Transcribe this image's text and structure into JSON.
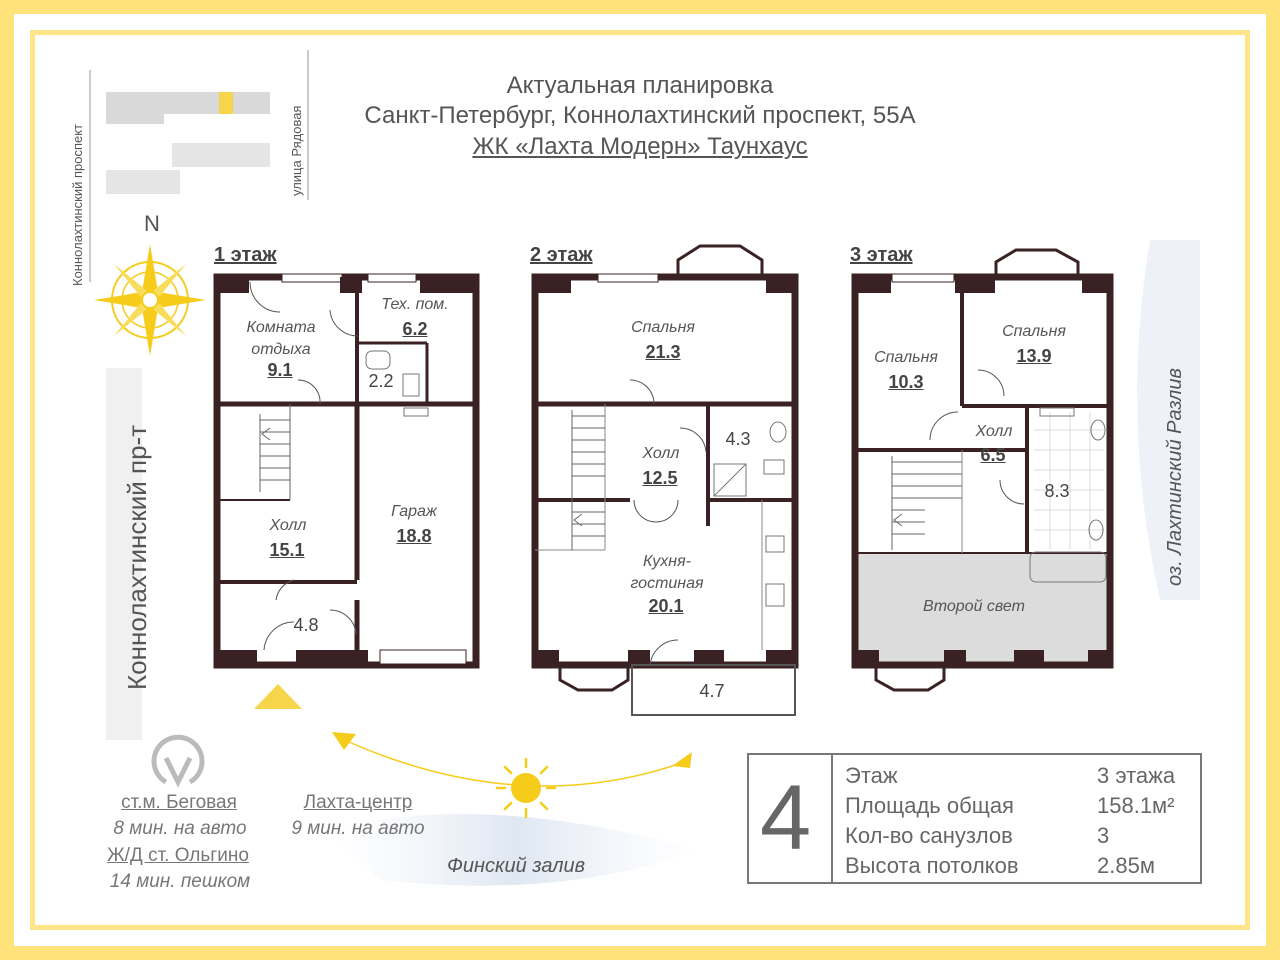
{
  "header": {
    "line1": "Актуальная планировка",
    "line2": "Санкт-Петербург, Коннолахтинский проспект, 55А",
    "line3": "ЖК «Лахта Модерн» Таунхаус"
  },
  "map": {
    "street_left_small": "Коннолахтинский проспект",
    "street_right_small": "улица Рядовая",
    "compass_north": "N",
    "street_big": "Коннолахтинский пр-т",
    "lake": "оз. Лахтинский Разлив",
    "gulf": "Финский залив"
  },
  "floors": [
    {
      "label": "1 этаж",
      "rooms": [
        {
          "name": "Комната\nотдыха",
          "area": "9.1"
        },
        {
          "name": "Тех. пом.",
          "area": "6.2"
        },
        {
          "name": "",
          "area": "2.2"
        },
        {
          "name": "Холл",
          "area": "15.1"
        },
        {
          "name": "Гараж",
          "area": "18.8"
        },
        {
          "name": "",
          "area": "4.8"
        }
      ]
    },
    {
      "label": "2 этаж",
      "rooms": [
        {
          "name": "Спальня",
          "area": "21.3"
        },
        {
          "name": "",
          "area": "4.3"
        },
        {
          "name": "Холл",
          "area": "12.5"
        },
        {
          "name": "Кухня-\nгостиная",
          "area": "20.1"
        },
        {
          "name": "",
          "area": "4.7"
        }
      ]
    },
    {
      "label": "3 этаж",
      "rooms": [
        {
          "name": "Спальня",
          "area": "10.3"
        },
        {
          "name": "Спальня",
          "area": "13.9"
        },
        {
          "name": "Холл",
          "area": "6.5"
        },
        {
          "name": "",
          "area": "8.3"
        },
        {
          "name": "Второй свет",
          "area": ""
        }
      ]
    }
  ],
  "transport": {
    "metro_name": "ст.м. Беговая",
    "metro_time": "8 мин. на авто",
    "rail_name": "Ж/Д ст. Ольгино",
    "rail_time": "14 мин. пешком",
    "center_name": "Лахта-центр",
    "center_time": "9 мин. на авто"
  },
  "specs": {
    "number": "4",
    "rows": [
      {
        "label": "Этаж",
        "value": "3 этажа"
      },
      {
        "label": "Площадь общая",
        "value": "158.1м²"
      },
      {
        "label": "Кол-во санузлов",
        "value": "3"
      },
      {
        "label": "Высота потолков",
        "value": "2.85м"
      }
    ]
  },
  "colors": {
    "frame": "#ffe27a",
    "wall": "#3a2224",
    "sun": "#f5cc1a",
    "second_light_fill": "#dcdcdc"
  },
  "icons": [
    "compass-rose-icon",
    "metro-icon",
    "sun-icon",
    "entrance-arrow-icon"
  ]
}
